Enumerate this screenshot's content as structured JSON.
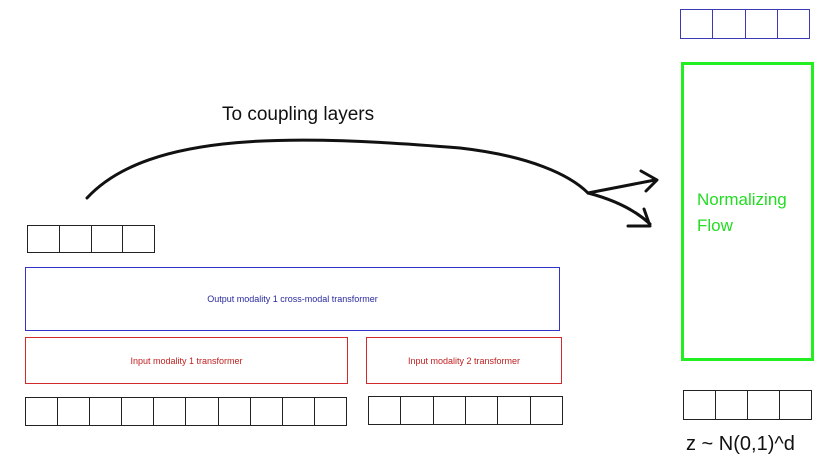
{
  "arrow_label": "To coupling layers",
  "blocks": {
    "output_transformer": "Output modality 1 cross-modal transformer",
    "input_transformer_1": "Input modality 1 transformer",
    "input_transformer_2": "Input modality 2 transformer"
  },
  "flow": {
    "line1": "Normalizing",
    "line2": "Flow"
  },
  "latent_label": "z ~ N(0,1)^d",
  "colors": {
    "output_block": "#3333cc",
    "input_blocks": "#d22a2a",
    "flow_block": "#22ee22",
    "top_vector": "#3a3ab8",
    "arrow": "#111111"
  }
}
